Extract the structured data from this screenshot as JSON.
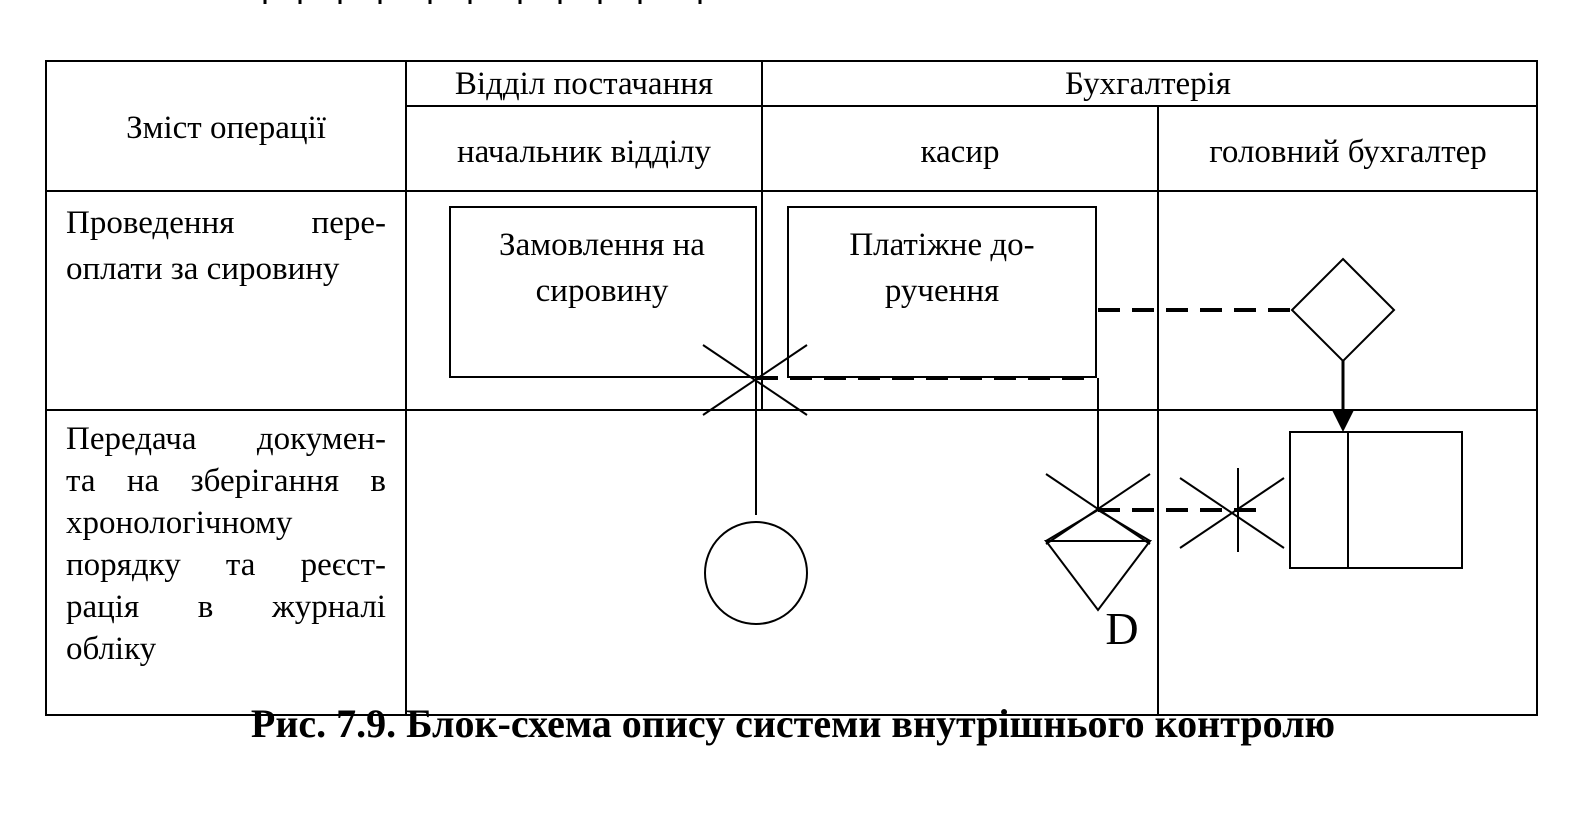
{
  "header": {
    "content_col": "Зміст операції",
    "dept_supply": "Відділ постачання",
    "dept_accounting": "Бухгалтерія",
    "role_head": "начальник відділу",
    "role_cashier": "касир",
    "role_chief_accountant": "головний бухгалтер"
  },
  "rows": [
    {
      "operation_lines": [
        [
          "Проведення",
          "пере-"
        ],
        [
          "оплати за сировину"
        ]
      ]
    },
    {
      "operation_lines": [
        [
          "Передача",
          "докумен-"
        ],
        [
          "та",
          "на",
          "зберігання",
          "в"
        ],
        [
          "хронологічному"
        ],
        [
          "порядку",
          "та",
          "реєст-"
        ],
        [
          "рація",
          "в",
          "журналі"
        ],
        [
          "обліку"
        ]
      ]
    }
  ],
  "shapes": {
    "doc_order": [
      "Замовлення на",
      "сировину"
    ],
    "doc_payment": [
      "Платіжне до-",
      "ручення"
    ],
    "archive_letter": "D"
  },
  "caption": "Рис. 7.9. Блок-схема опису системи внутрішнього контролю"
}
